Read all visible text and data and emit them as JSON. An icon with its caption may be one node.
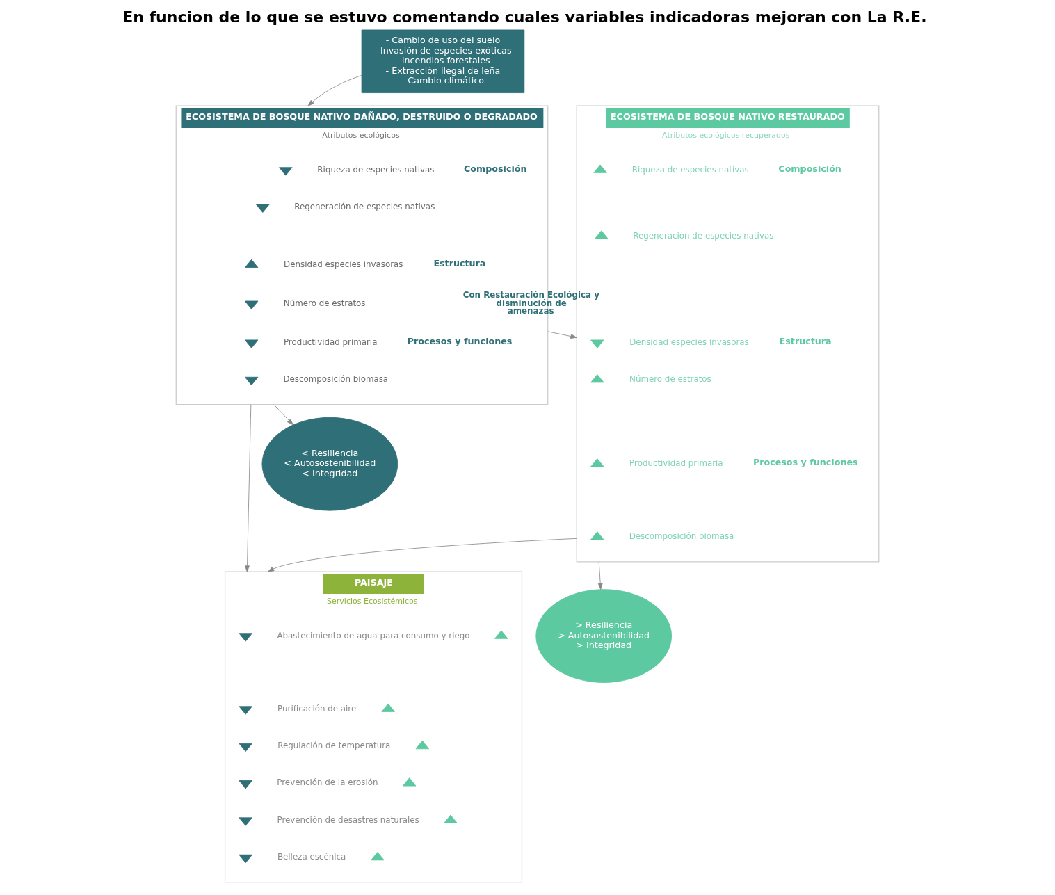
{
  "diagram": {
    "title": "En funcion de lo que se estuvo comentando cuales variables indicadoras mejoran con La R.E.",
    "nodes": [
      {
        "text": [
          "- Cambio de uso del suelo",
          "- Invasión de especies exóticas",
          "- Incendios forestales",
          "- Extracción ilegal de leña",
          "- Cambio climático"
        ]
      },
      {
        "text": [
          "ECOSISTEMA DE BOSQUE NATIVO DAÑADO, DESTRUIDO O DEGRADADO",
          "Atributos ecológicos"
        ]
      },
      {
        "text": [],
        "shape": "invtriangle",
        "in": 1
      },
      {
        "text": [
          "Riqueza de especies nativas"
        ],
        "in": 1
      },
      {
        "text": [],
        "shape": "invtriangle",
        "in": 1
      },
      {
        "text": [
          "Regeneración de especies nativas"
        ],
        "in": 1
      },
      {
        "text": [],
        "shape": "triangle",
        "in": 1
      },
      {
        "text": [
          "Densidad especies invasoras"
        ],
        "in": 1
      },
      {
        "text": [],
        "shape": "invtriangle",
        "in": 1
      },
      {
        "text": [
          "Número de estratos"
        ],
        "in": 1
      },
      {
        "text": [],
        "shape": "invtriangle",
        "in": 1
      },
      {
        "text": [
          "Productividad primaria"
        ],
        "in": 1
      },
      {
        "text": [],
        "shape": "invtriangle",
        "in": 1
      },
      {
        "text": [
          "Descomposición biomasa"
        ],
        "in": 1
      },
      {
        "text": [
          "Composición"
        ],
        "in": 1
      },
      {
        "text": [
          "Estructura"
        ],
        "in": 1
      },
      {
        "text": [
          "Procesos y funciones"
        ],
        "in": 1
      },
      {
        "text": [
          "ECOSISTEMA DE BOSQUE NATIVO RESTAURADO",
          "Atributos ecológicos recuperados"
        ]
      },
      {
        "text": [],
        "shape": "triangle",
        "in": 17
      },
      {
        "text": [
          "Riqueza de especies nativas"
        ],
        "in": 17
      },
      {
        "text": [],
        "shape": "triangle",
        "in": 17
      },
      {
        "text": [
          "Regeneración de especies nativas"
        ],
        "in": 17
      },
      {
        "text": [],
        "shape": "invtriangle",
        "in": 17
      },
      {
        "text": [
          "Densidad especies invasoras"
        ],
        "in": 17
      },
      {
        "text": [],
        "shape": "triangle",
        "in": 17
      },
      {
        "text": [
          "Número de estratos"
        ],
        "in": 17
      },
      {
        "text": [],
        "shape": "triangle",
        "in": 17
      },
      {
        "text": [
          "Productividad primaria"
        ],
        "in": 17
      },
      {
        "text": [],
        "shape": "triangle",
        "in": 17
      },
      {
        "text": [
          "Descomposición biomasa"
        ],
        "in": 17
      },
      {
        "text": [
          "Composición"
        ],
        "in": 17
      },
      {
        "text": [
          "Estructura"
        ],
        "in": 17
      },
      {
        "text": [
          "Procesos y funciones"
        ],
        "in": 17
      },
      {
        "text": [
          "PAISAJE",
          "Servicios Ecosistémicos"
        ]
      },
      {
        "text": [],
        "shape": "invtriangle",
        "in": 33
      },
      {
        "text": [
          "Abastecimiento de agua para consumo y riego"
        ],
        "in": 33
      },
      {
        "text": [],
        "shape": "triangle",
        "in": 33
      },
      {
        "text": [],
        "shape": "invtriangle",
        "in": 33
      },
      {
        "text": [
          "Purificación de aire"
        ],
        "in": 33
      },
      {
        "text": [],
        "shape": "triangle",
        "in": 33
      },
      {
        "text": [],
        "shape": "invtriangle",
        "in": 33
      },
      {
        "text": [
          "Regulación de temperatura"
        ],
        "in": 33
      },
      {
        "text": [],
        "shape": "triangle",
        "in": 33
      },
      {
        "text": [],
        "shape": "invtriangle",
        "in": 33
      },
      {
        "text": [
          "Prevención de la erosión"
        ],
        "in": 33
      },
      {
        "text": [],
        "shape": "triangle",
        "in": 33
      },
      {
        "text": [],
        "shape": "invtriangle",
        "in": 33
      },
      {
        "text": [
          "Prevención de desastres naturales"
        ],
        "in": 33
      },
      {
        "text": [],
        "shape": "triangle",
        "in": 33
      },
      {
        "text": [],
        "shape": "invtriangle",
        "in": 33
      },
      {
        "text": [
          "Belleza escénica"
        ],
        "in": 33
      },
      {
        "text": [],
        "shape": "triangle",
        "in": 33
      },
      {
        "text": [
          "< Resiliencia",
          "< Autosostenibilidad",
          "< Integridad"
        ]
      },
      {
        "text": [
          "> Resiliencia",
          "> Autosostenibilidad",
          "> Integridad"
        ]
      }
    ],
    "edges": [
      {
        "from": 0,
        "to": 1,
        "arrow": "to"
      },
      {
        "from": 1,
        "to": 17,
        "arrow": "to",
        "label": "Con Restauración Ecológica y disminución de amenazas"
      },
      {
        "from": 1,
        "to": 33,
        "arrow": "to"
      },
      {
        "from": 17,
        "to": 33,
        "arrow": "to"
      },
      {
        "from": 1,
        "to": 52,
        "arrow": "to"
      },
      {
        "from": 17,
        "to": 53,
        "arrow": "to"
      }
    ]
  }
}
